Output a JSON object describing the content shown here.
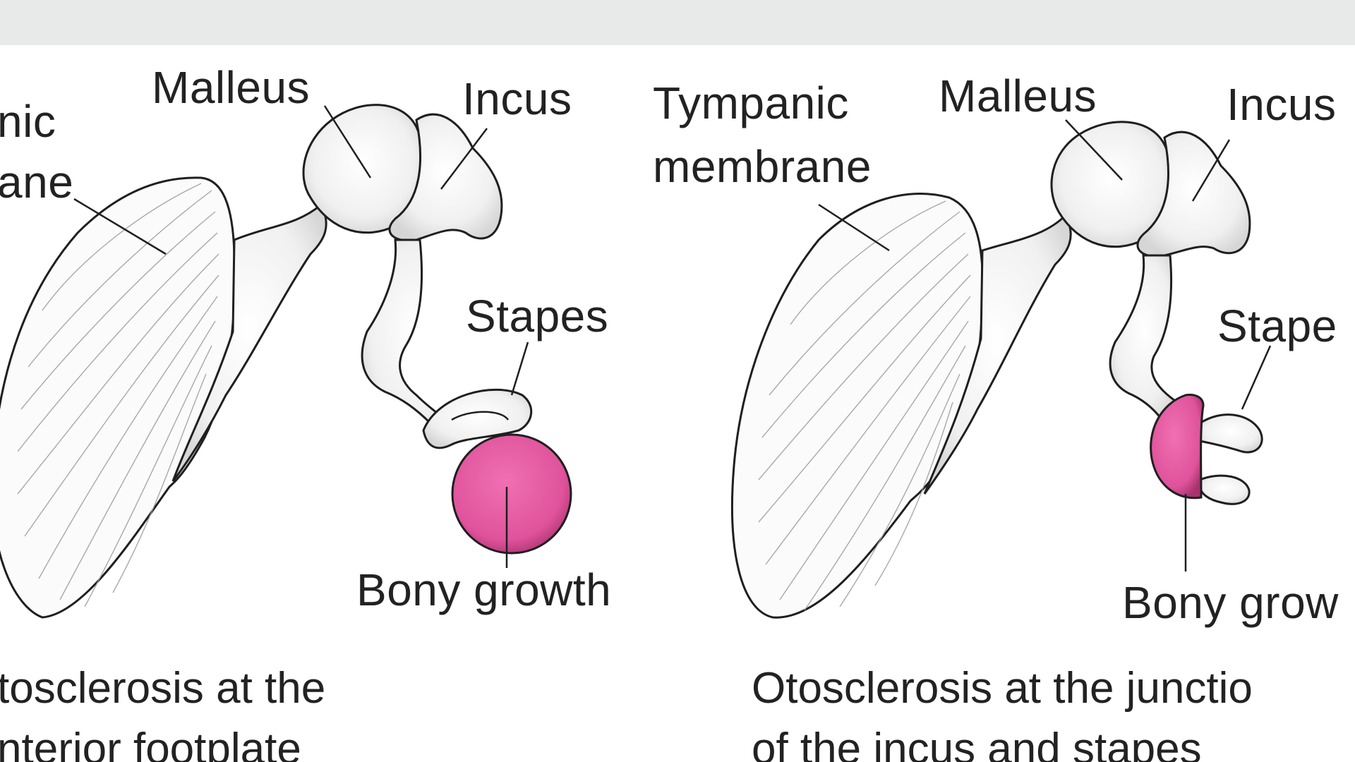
{
  "left_panel": {
    "labels": {
      "tympanic_partial_1": "nic",
      "tympanic_partial_2": "ane",
      "malleus": "Malleus",
      "incus": "Incus",
      "stapes": "Stapes",
      "bony_growth": "Bony growth"
    },
    "caption_line1": "tosclerosis at the",
    "caption_line2": "nterior footplate"
  },
  "right_panel": {
    "labels": {
      "tympanic_line1": "Tympanic",
      "tympanic_line2": "membrane",
      "malleus": "Malleus",
      "incus": "Incus",
      "stapes": "Stape",
      "bony_growth": "Bony grow"
    },
    "caption_line1": "Otosclerosis at the junctio",
    "caption_line2": "of the incus and stapes"
  },
  "colors": {
    "header_bar": "#e8eaea",
    "bone_fill": "#f2f2f2",
    "outline": "#1f1f1f",
    "bony_growth": "#e0539c"
  }
}
